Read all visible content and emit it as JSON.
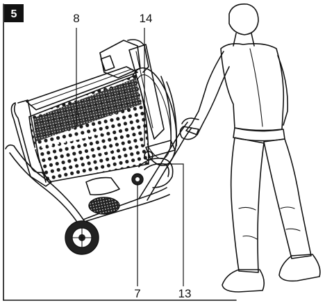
{
  "step": {
    "number": "5"
  },
  "callouts": {
    "drum": "8",
    "lock_pin": "14",
    "crank_knob": "7",
    "handle_bracket": "13"
  }
}
